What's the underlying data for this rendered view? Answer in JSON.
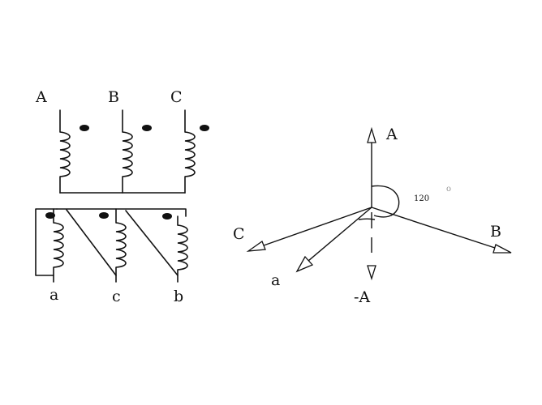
{
  "transformer": {
    "primary_labels": [
      "A",
      "B",
      "C"
    ],
    "secondary_labels": [
      "a",
      "c",
      "b"
    ]
  },
  "phasor": {
    "label_A": "A",
    "label_B": "B",
    "label_C": "C",
    "label_a": "a",
    "label_negA": "-A",
    "angle_label": "120",
    "degree_mark": "o"
  }
}
